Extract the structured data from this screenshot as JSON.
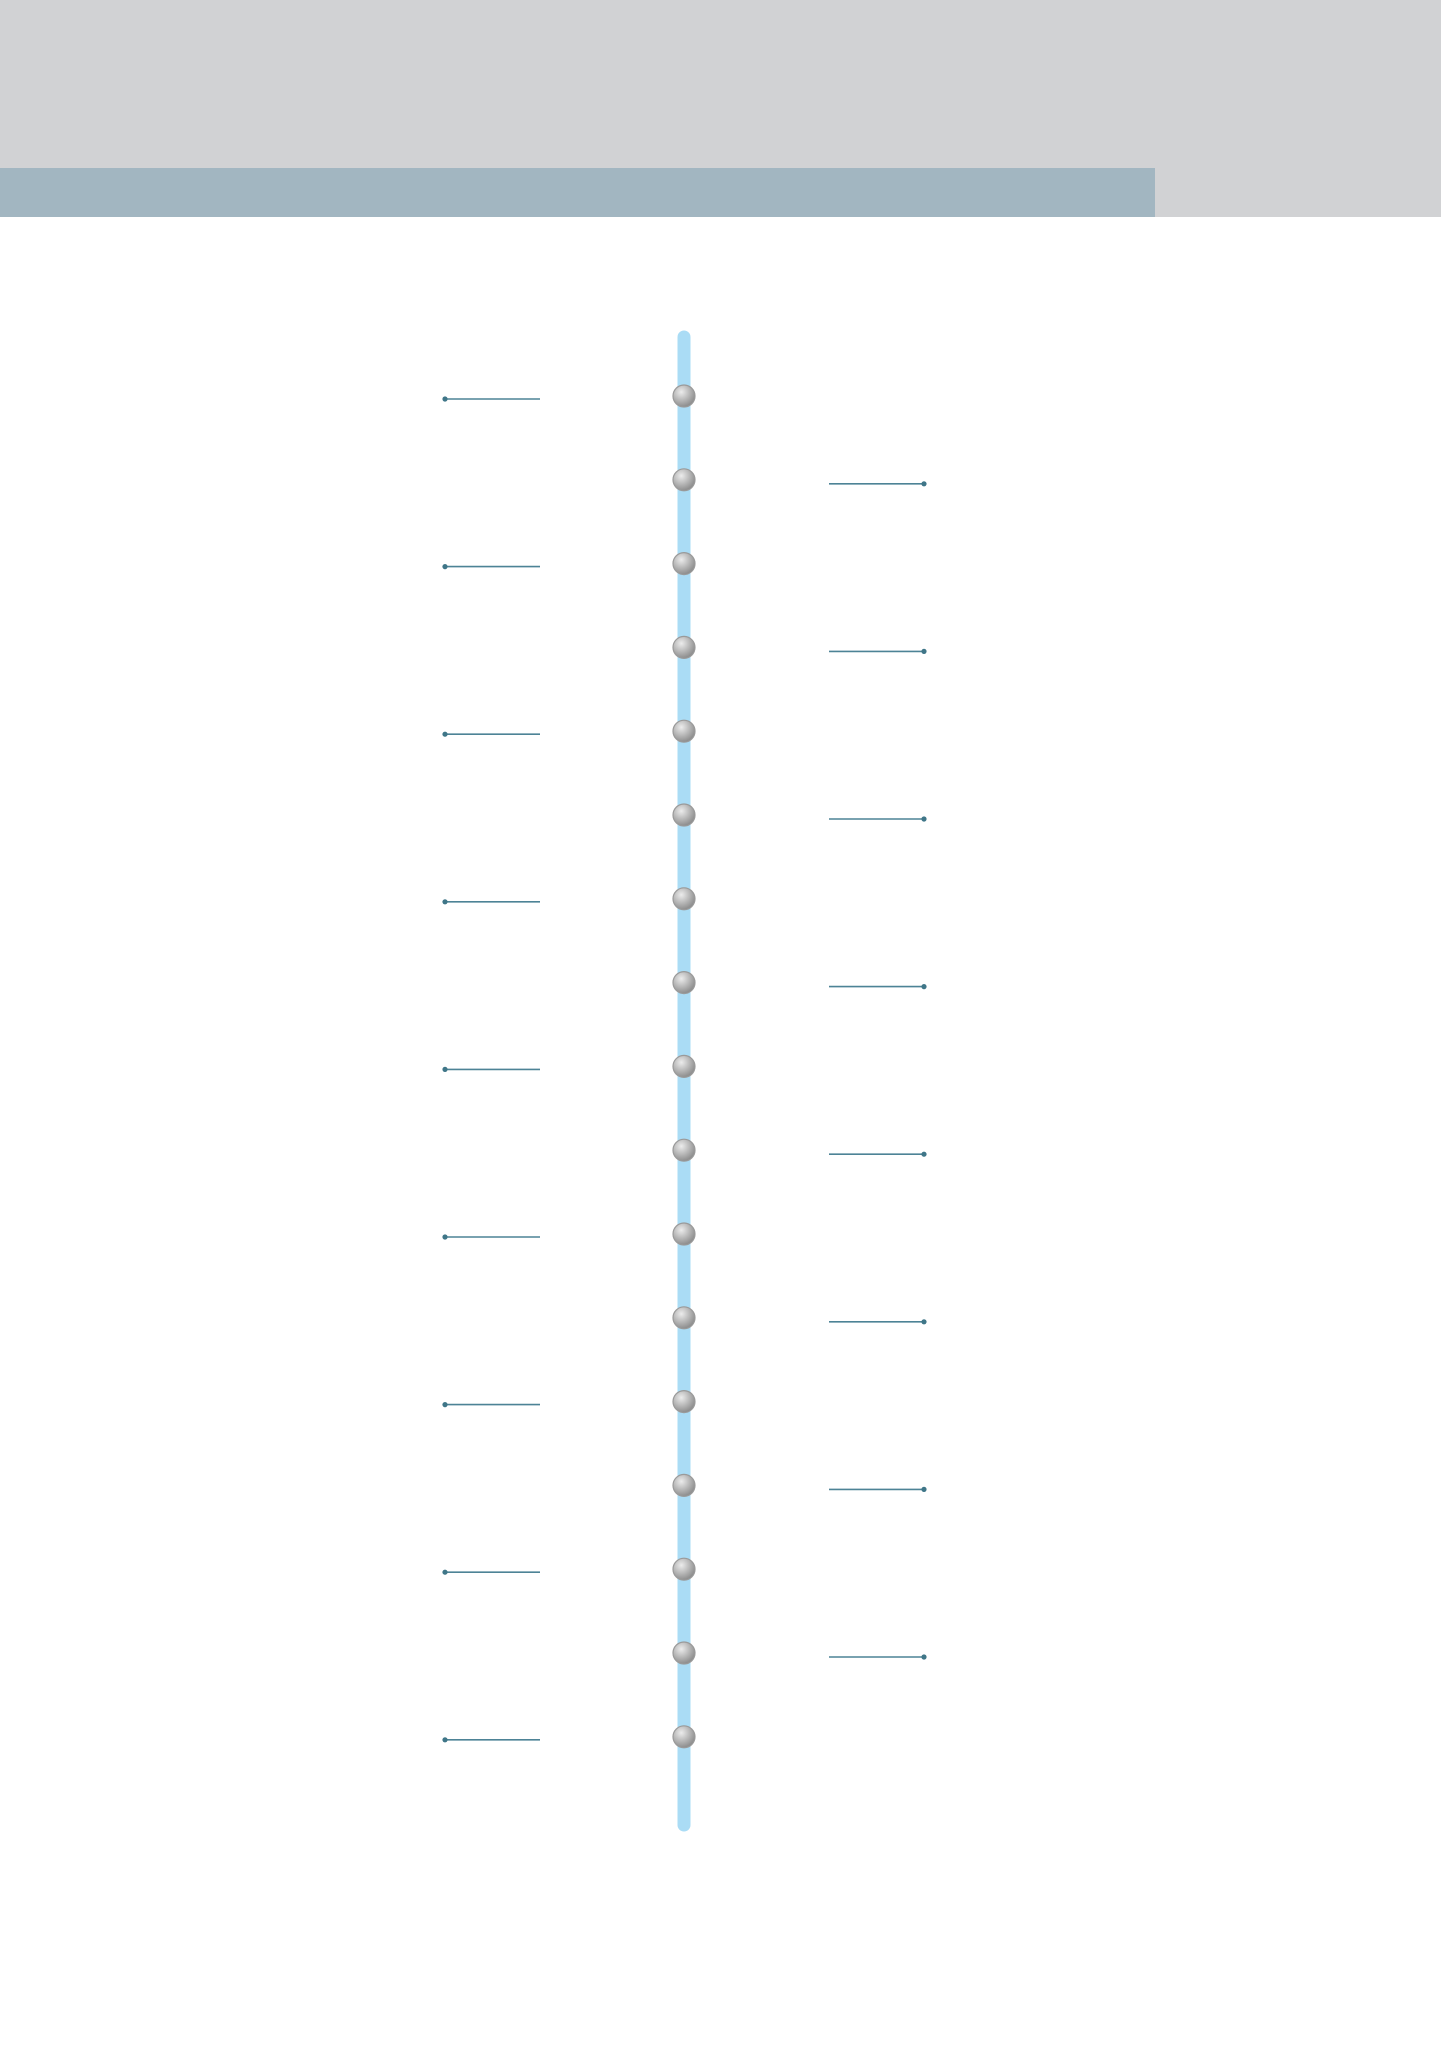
{
  "colors": {
    "page_background": "#ffffff",
    "header_band": "#d1d2d4",
    "header_accent_bar": "#a2b6c1",
    "timeline_axis": "#aadcf5",
    "node_fill_light": "#ececec",
    "node_fill_dark": "#8a8a8a",
    "node_stroke": "#9a9a9a",
    "connector_line": "#4d8396",
    "connector_dot": "#3f7688"
  },
  "timeline": {
    "orientation": "vertical",
    "node_count": 17,
    "left_connector_node_indices": [
      0,
      2,
      4,
      6,
      8,
      10,
      12,
      14,
      16
    ],
    "right_connector_node_indices": [
      1,
      3,
      5,
      7,
      9,
      11,
      13,
      15
    ],
    "labels": []
  }
}
